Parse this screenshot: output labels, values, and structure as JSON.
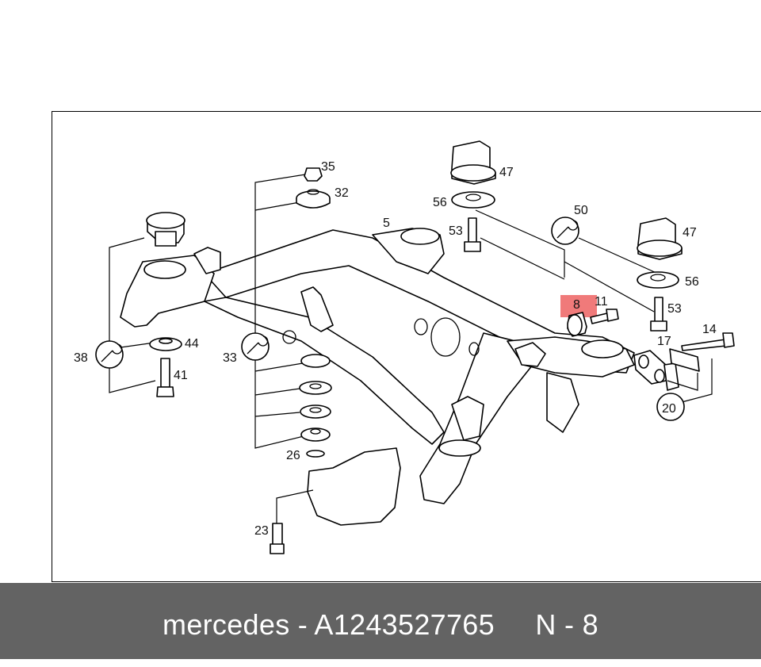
{
  "colors": {
    "footer_bg": "#636363",
    "footer_text": "#ffffff",
    "highlight": "#f07a7a"
  },
  "callouts": {
    "c5": "5",
    "c8": "8",
    "c11": "11",
    "c14": "14",
    "c17": "17",
    "c20": "20",
    "c23": "23",
    "c26": "26",
    "c32": "32",
    "c33": "33",
    "c35": "35",
    "c38": "38",
    "c41": "41",
    "c44": "44",
    "c47a": "47",
    "c47b": "47",
    "c50": "50",
    "c53a": "53",
    "c53b": "53",
    "c56a": "56",
    "c56b": "56"
  },
  "highlighted_part": "8",
  "footer": {
    "text": "mercedes - A1243527765     N - 8"
  }
}
